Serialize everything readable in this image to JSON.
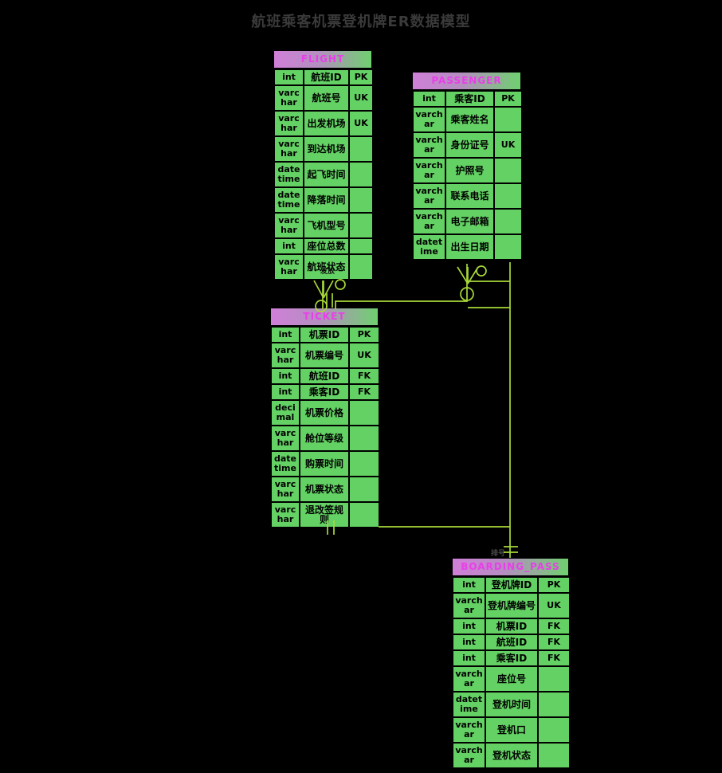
{
  "title": "航班乘客机票登机牌ER数据模型",
  "colors": {
    "background": "#000000",
    "row_fill": "#63d163",
    "header_gradient_start": "#d07fd8",
    "header_gradient_end": "#6fd06f",
    "header_text": "#e93fe9",
    "relationship_line": "#a8d838",
    "title_text": "#3a3a3a",
    "cell_text": "#000000"
  },
  "entities": [
    {
      "id": "flight",
      "name": "FLIGHT",
      "attributes": [
        {
          "type": "int",
          "name": "航班ID",
          "key": "PK"
        },
        {
          "type": "varchar",
          "name": "航班号",
          "key": "UK"
        },
        {
          "type": "varchar",
          "name": "出发机场",
          "key": "UK"
        },
        {
          "type": "varchar",
          "name": "到达机场",
          "key": ""
        },
        {
          "type": "datetime",
          "name": "起飞时间",
          "key": ""
        },
        {
          "type": "datetime",
          "name": "降落时间",
          "key": ""
        },
        {
          "type": "varchar",
          "name": "飞机型号",
          "key": ""
        },
        {
          "type": "int",
          "name": "座位总数",
          "key": ""
        },
        {
          "type": "varchar",
          "name": "航班状态",
          "key": ""
        }
      ]
    },
    {
      "id": "passenger",
      "name": "PASSENGER",
      "attributes": [
        {
          "type": "int",
          "name": "乘客ID",
          "key": "PK"
        },
        {
          "type": "varchar",
          "name": "乘客姓名",
          "key": ""
        },
        {
          "type": "varchar",
          "name": "身份证号",
          "key": "UK"
        },
        {
          "type": "varchar",
          "name": "护照号",
          "key": ""
        },
        {
          "type": "varchar",
          "name": "联系电话",
          "key": ""
        },
        {
          "type": "varchar",
          "name": "电子邮箱",
          "key": ""
        },
        {
          "type": "datetime",
          "name": "出生日期",
          "key": ""
        }
      ]
    },
    {
      "id": "ticket",
      "name": "TICKET",
      "attributes": [
        {
          "type": "int",
          "name": "机票ID",
          "key": "PK"
        },
        {
          "type": "varchar",
          "name": "机票编号",
          "key": "UK"
        },
        {
          "type": "int",
          "name": "航班ID",
          "key": "FK"
        },
        {
          "type": "int",
          "name": "乘客ID",
          "key": "FK"
        },
        {
          "type": "decimal",
          "name": "机票价格",
          "key": ""
        },
        {
          "type": "varchar",
          "name": "舱位等级",
          "key": ""
        },
        {
          "type": "datetime",
          "name": "购票时间",
          "key": ""
        },
        {
          "type": "varchar",
          "name": "机票状态",
          "key": ""
        },
        {
          "type": "varchar",
          "name": "退改签规则",
          "key": ""
        }
      ]
    },
    {
      "id": "boarding_pass",
      "name": "BOARDING_PASS",
      "attributes": [
        {
          "type": "int",
          "name": "登机牌ID",
          "key": "PK"
        },
        {
          "type": "varchar",
          "name": "登机牌编号",
          "key": "UK"
        },
        {
          "type": "int",
          "name": "机票ID",
          "key": "FK"
        },
        {
          "type": "int",
          "name": "航班ID",
          "key": "FK"
        },
        {
          "type": "int",
          "name": "乘客ID",
          "key": "FK"
        },
        {
          "type": "varchar",
          "name": "座位号",
          "key": ""
        },
        {
          "type": "datetime",
          "name": "登机时间",
          "key": ""
        },
        {
          "type": "varchar",
          "name": "登机口",
          "key": ""
        },
        {
          "type": "varchar",
          "name": "登机状态",
          "key": ""
        }
      ]
    }
  ],
  "relationships": [
    {
      "from": "FLIGHT",
      "to": "TICKET",
      "label": "发放"
    },
    {
      "from": "PASSENGER",
      "to": "TICKET",
      "label": ""
    },
    {
      "from": "PASSENGER",
      "to": "BOARDING_PASS",
      "label": ""
    },
    {
      "from": "TICKET",
      "to": "BOARDING_PASS",
      "label": "排号"
    }
  ]
}
